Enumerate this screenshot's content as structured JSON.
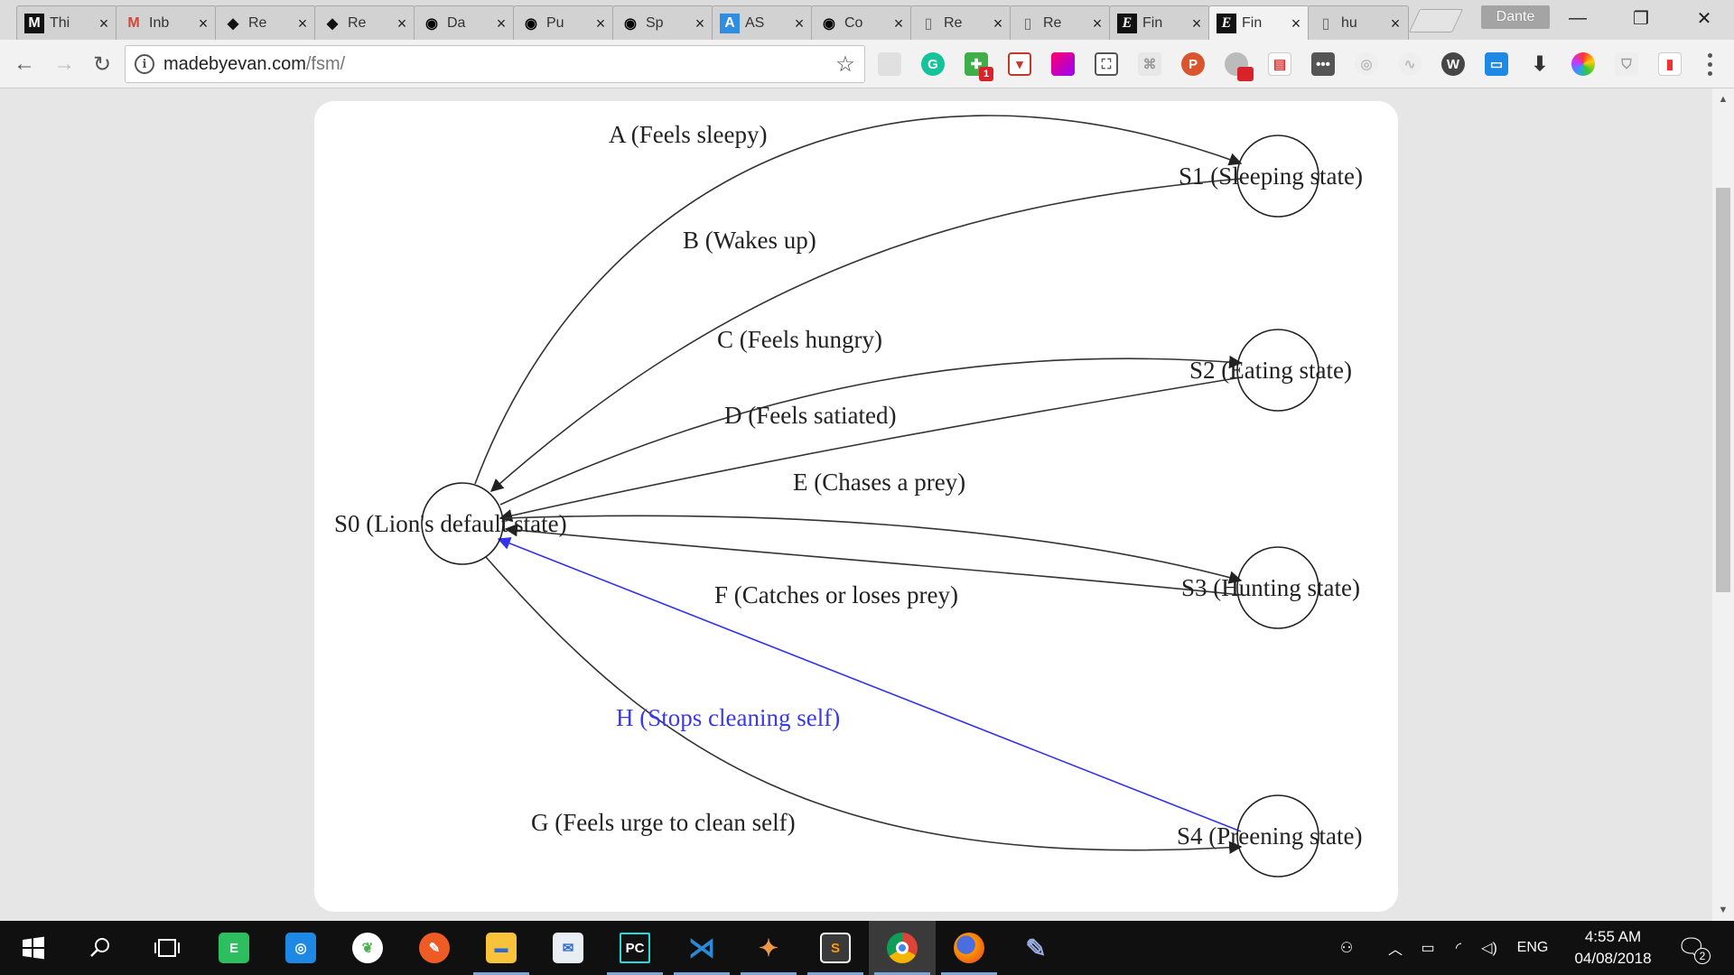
{
  "browser": {
    "tabs": [
      {
        "title": "Thi",
        "favicon": "M",
        "icon": "medium-icon"
      },
      {
        "title": "Inb",
        "favicon": "M",
        "icon": "gmail-icon"
      },
      {
        "title": "Re",
        "favicon": "◆",
        "icon": "reddit-like-icon"
      },
      {
        "title": "Re",
        "favicon": "◆",
        "icon": "reddit-like-icon"
      },
      {
        "title": "Da",
        "favicon": "◉",
        "icon": "github-icon"
      },
      {
        "title": "Pu",
        "favicon": "◉",
        "icon": "github-icon"
      },
      {
        "title": "Sp",
        "favicon": "◉",
        "icon": "github-icon"
      },
      {
        "title": "AS",
        "favicon": "A",
        "icon": "a-letter-icon"
      },
      {
        "title": "Co",
        "favicon": "◉",
        "icon": "github-icon"
      },
      {
        "title": "Re",
        "favicon": "▯",
        "icon": "page-icon"
      },
      {
        "title": "Re",
        "favicon": "▯",
        "icon": "page-icon"
      },
      {
        "title": "Fin",
        "favicon": "E",
        "icon": "e-letter-icon"
      },
      {
        "title": "Fin",
        "favicon": "E",
        "icon": "e-letter-icon",
        "active": true
      },
      {
        "title": "hu",
        "favicon": "▯",
        "icon": "page-icon"
      }
    ],
    "profile_name": "Dante",
    "address": {
      "host": "madebyevan.com",
      "path": "/fsm/"
    },
    "extension_badge": "1"
  },
  "fsm": {
    "nodes": {
      "s0": "S0 (Lion's default state)",
      "s1": "S1 (Sleeping state)",
      "s2": "S2 (Eating state)",
      "s3": "S3 (Hunting state)",
      "s4": "S4 (Preening state)"
    },
    "edges": {
      "a": "A (Feels sleepy)",
      "b": "B (Wakes up)",
      "c": "C (Feels hungry)",
      "d": "D (Feels satiated)",
      "e": "E (Chases a prey)",
      "f": "F (Catches or loses prey)",
      "g": "G (Feels urge to clean self)",
      "h": "H (Stops cleaning self)"
    },
    "selected_edge": "h",
    "colors": {
      "edge": "#333333",
      "selected": "#3333ee"
    }
  },
  "taskbar": {
    "apps": [
      "windows-start",
      "search",
      "task-view",
      "evernote",
      "instagram",
      "mongodb",
      "postman",
      "file-explorer",
      "notepad",
      "pycharm",
      "vscode",
      "gitkraken",
      "sublime",
      "chrome",
      "firefox",
      "paint"
    ],
    "language": "ENG",
    "time": "4:55 AM",
    "date": "04/08/2018",
    "notifications": "2"
  }
}
